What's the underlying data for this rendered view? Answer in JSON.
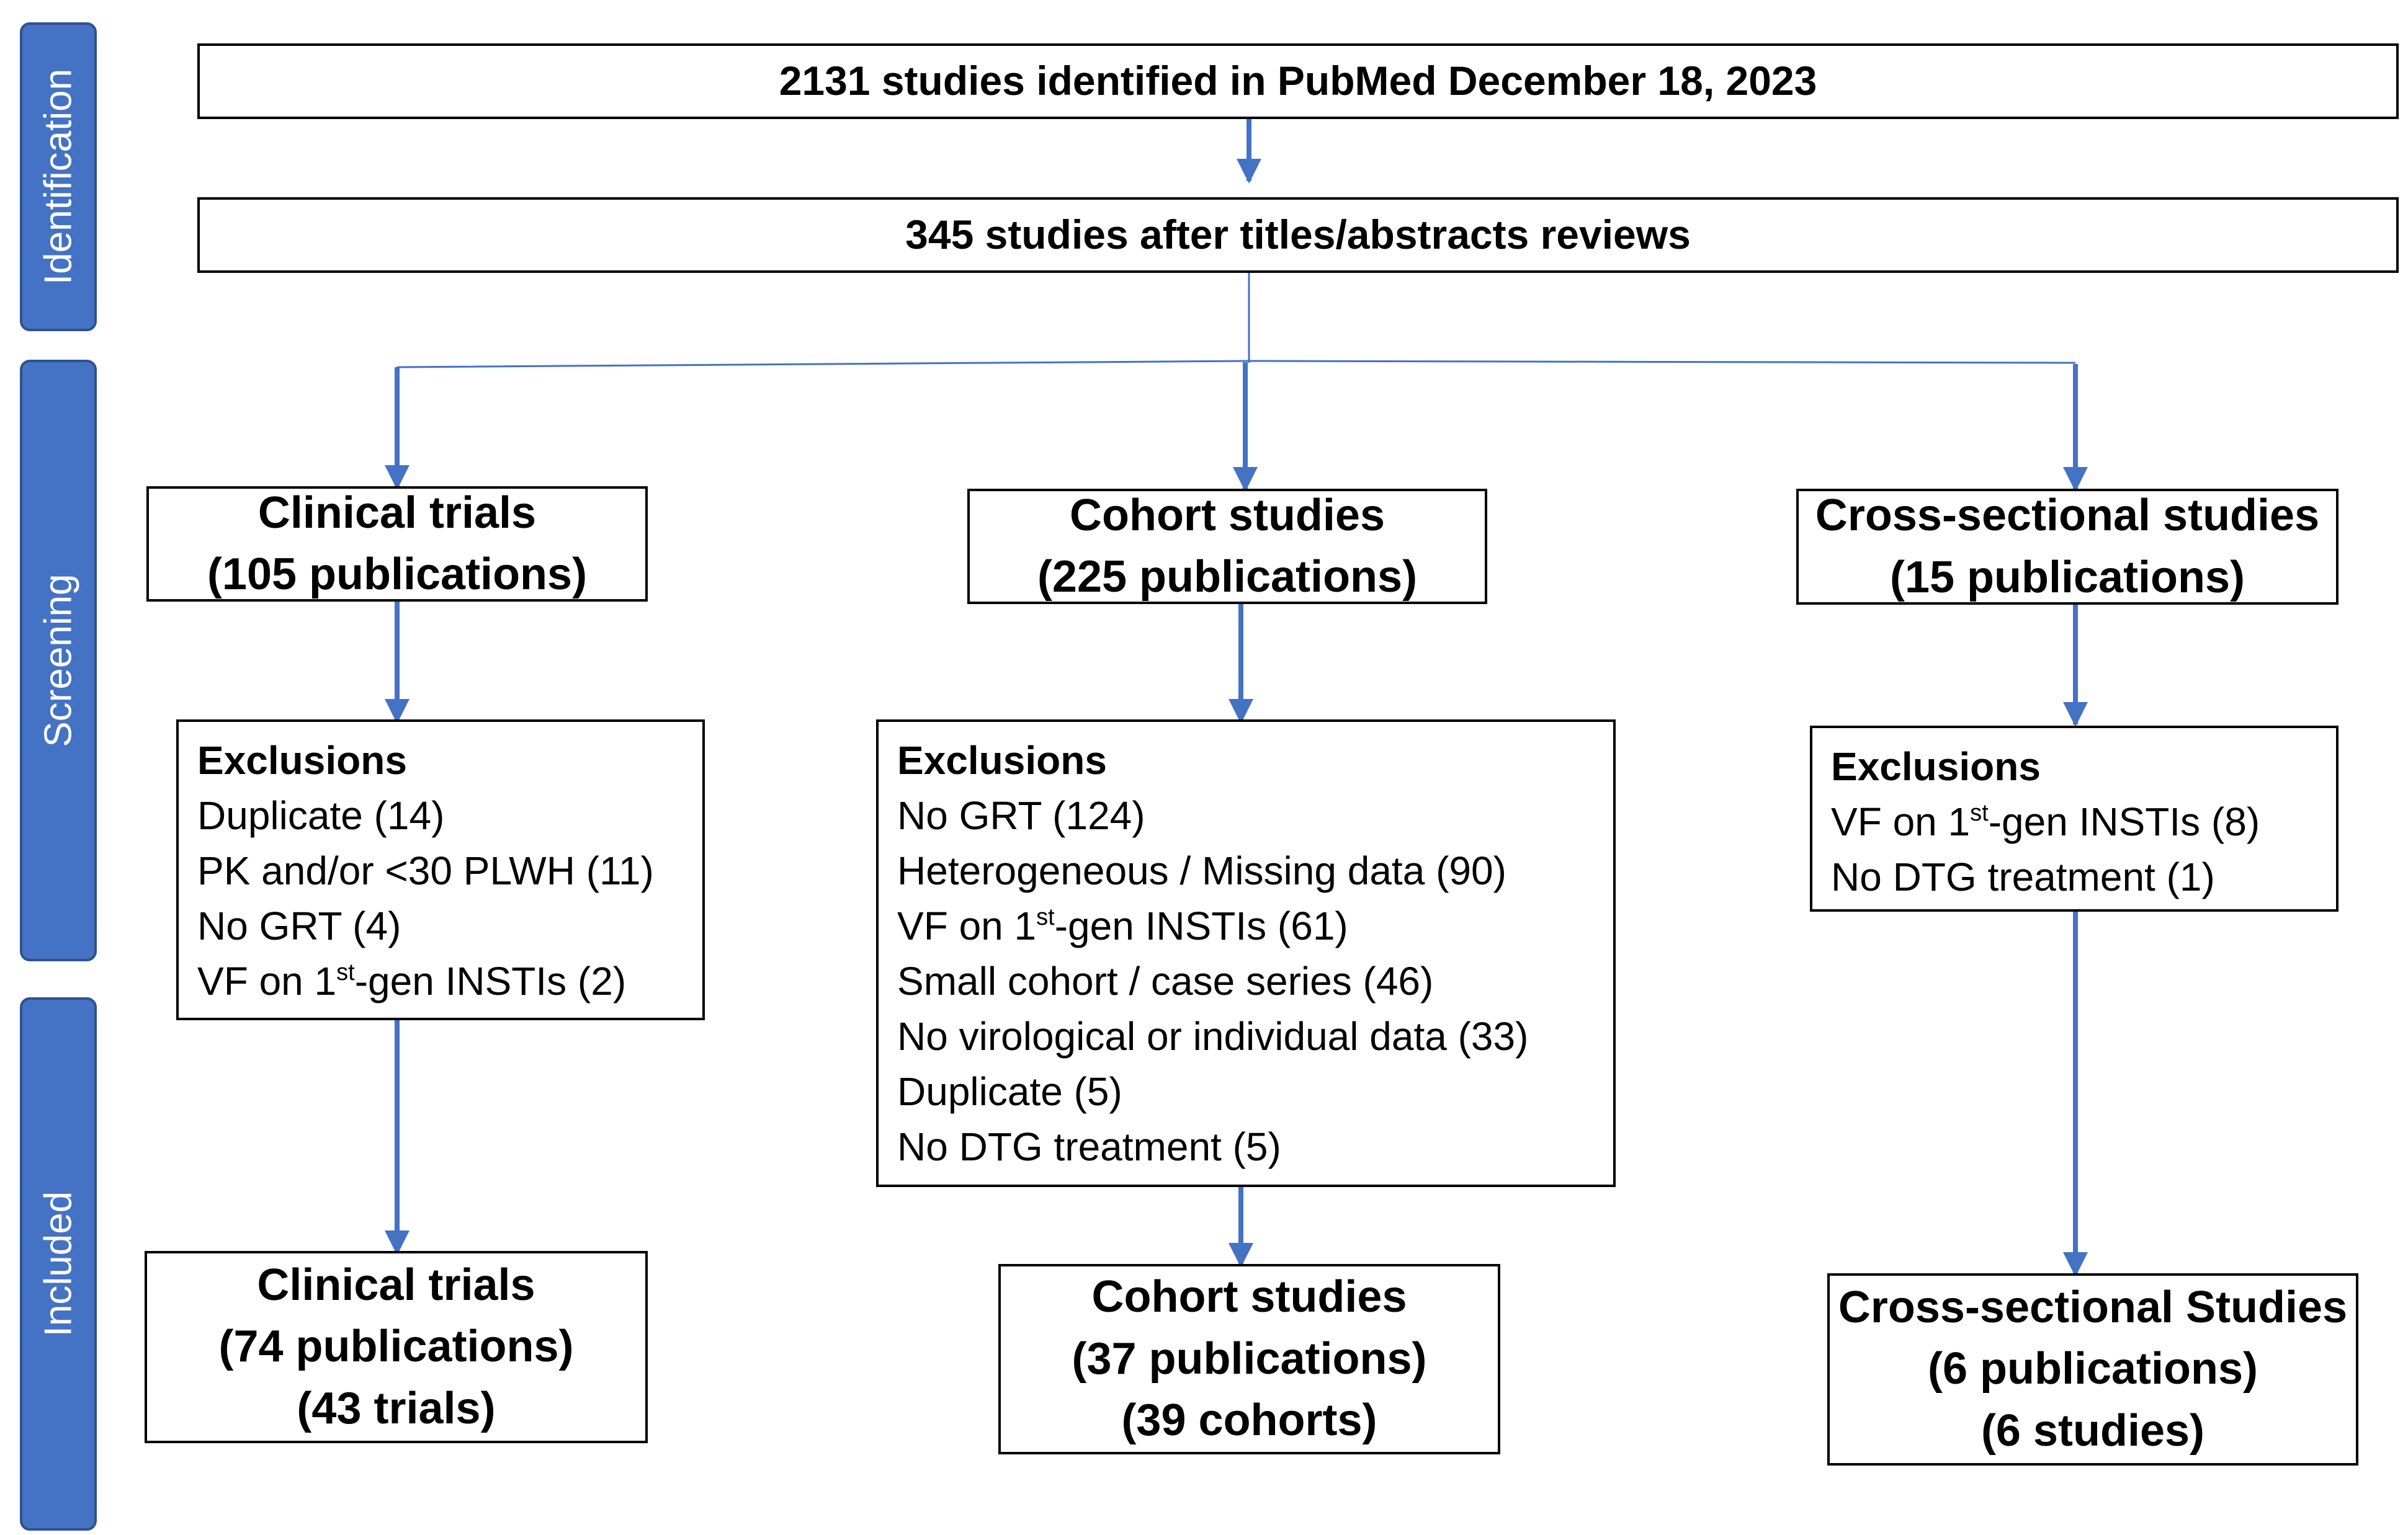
{
  "phases": {
    "identification": "Identification",
    "screening": "Screening",
    "included": "Included"
  },
  "identified": "2131 studies identified in PubMed December 18, 2023",
  "after_review": "345 studies after titles/abstracts reviews",
  "columns": [
    {
      "screen_title": "Clinical trials",
      "screen_count": "(105 publications)",
      "exclusions_heading": "Exclusions",
      "exclusions": [
        "Duplicate (14)",
        "PK and/or <30 PLWH (11)",
        "No GRT (4)",
        {
          "pre": "VF on 1",
          "sup": "st",
          "post": "-gen INSTIs (2)"
        }
      ],
      "included_title": "Clinical trials",
      "included_pubs": "(74 publications)",
      "included_units": "(43 trials)"
    },
    {
      "screen_title": "Cohort studies",
      "screen_count": "(225 publications)",
      "exclusions_heading": "Exclusions",
      "exclusions": [
        "No GRT (124)",
        "Heterogeneous / Missing data (90)",
        {
          "pre": "VF on 1",
          "sup": "st",
          "post": "-gen INSTIs (61)"
        },
        "Small cohort / case series (46)",
        "No virological or individual data (33)",
        "Duplicate (5)",
        "No DTG treatment (5)"
      ],
      "included_title": "Cohort studies",
      "included_pubs": "(37 publications)",
      "included_units": "(39 cohorts)"
    },
    {
      "screen_title": "Cross-sectional studies",
      "screen_count": "(15 publications)",
      "exclusions_heading": "Exclusions",
      "exclusions": [
        {
          "pre": "VF on 1",
          "sup": "st",
          "post": "-gen INSTIs (8)"
        },
        "No DTG treatment (1)"
      ],
      "included_title": "Cross-sectional Studies",
      "included_pubs": "(6 publications)",
      "included_units": "(6 studies)"
    }
  ],
  "colors": {
    "phase_fill": "#4472c4",
    "phase_border": "#2f528f",
    "arrow": "#4472c4"
  }
}
